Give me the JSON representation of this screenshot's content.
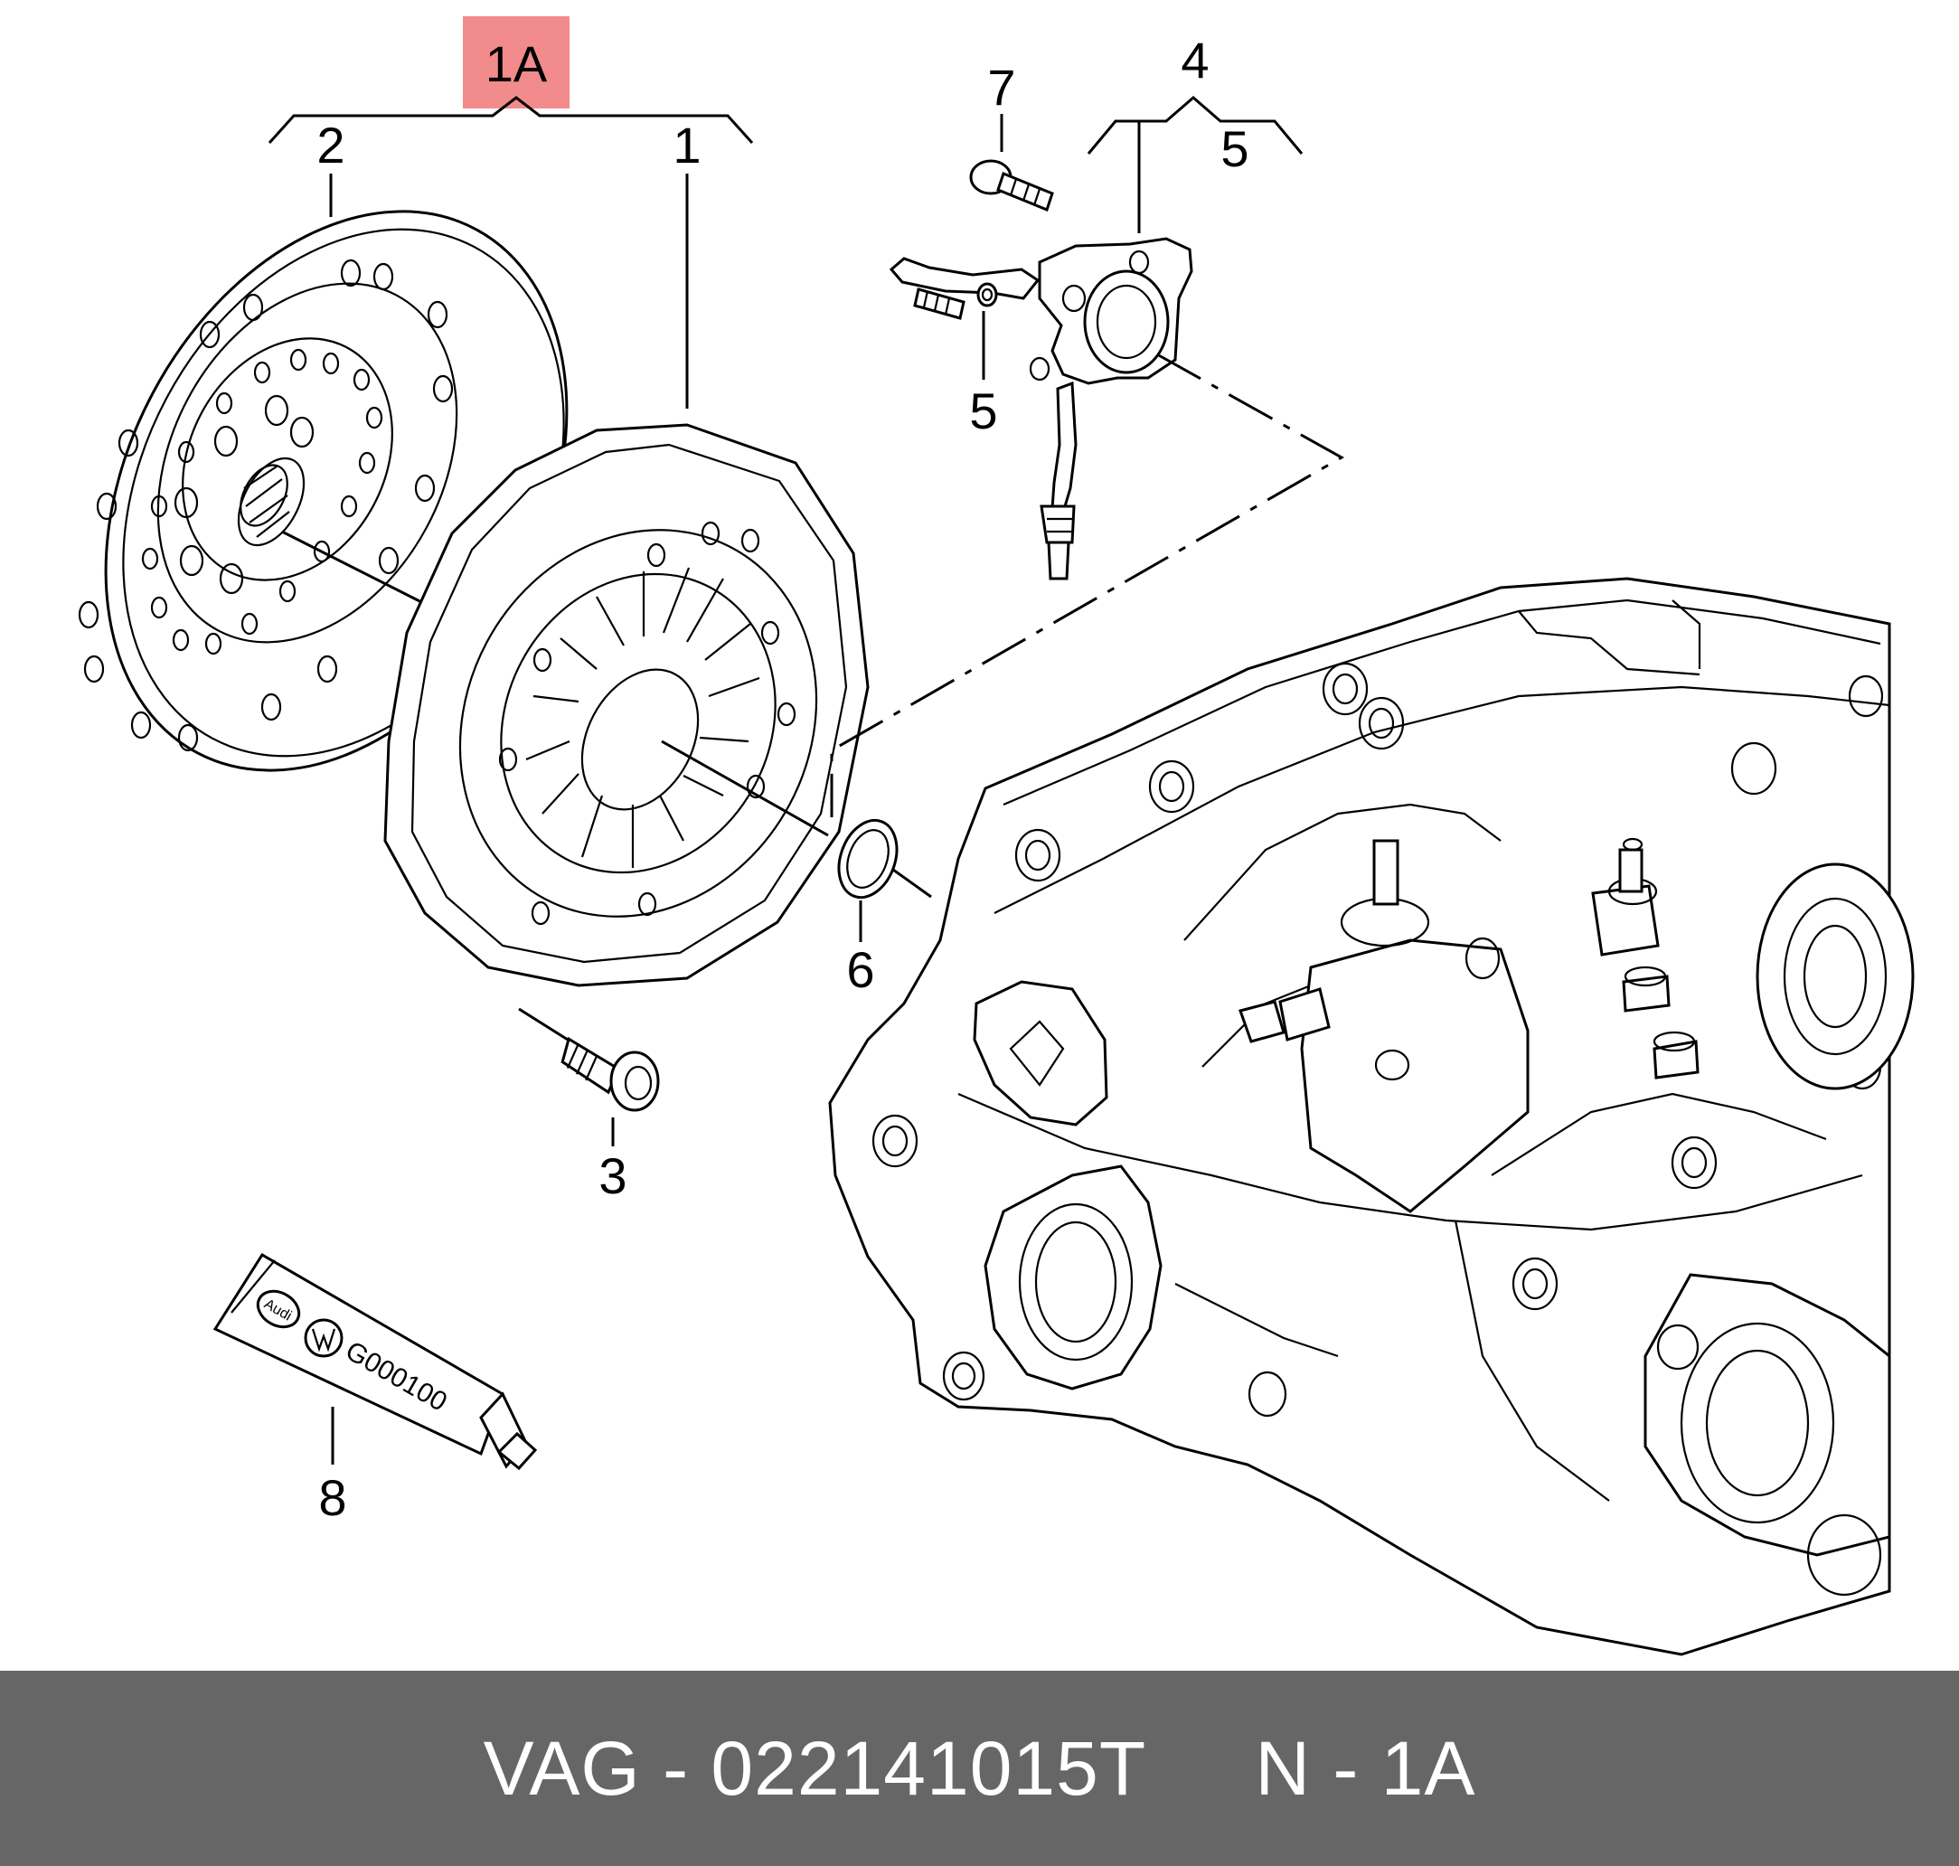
{
  "diagram": {
    "highlight_color": "#f28b8b",
    "callouts": {
      "group_1a": "1A",
      "c1": "1",
      "c2": "2",
      "c3": "3",
      "c4": "4",
      "c5_top": "5",
      "c5_mid": "5",
      "c6": "6",
      "c7": "7",
      "c8": "8"
    },
    "tube_label": {
      "brand1": "Audi",
      "code": "G000100"
    }
  },
  "footer": {
    "text": "VAG - 022141015T     N - 1A",
    "background": "#666666"
  }
}
